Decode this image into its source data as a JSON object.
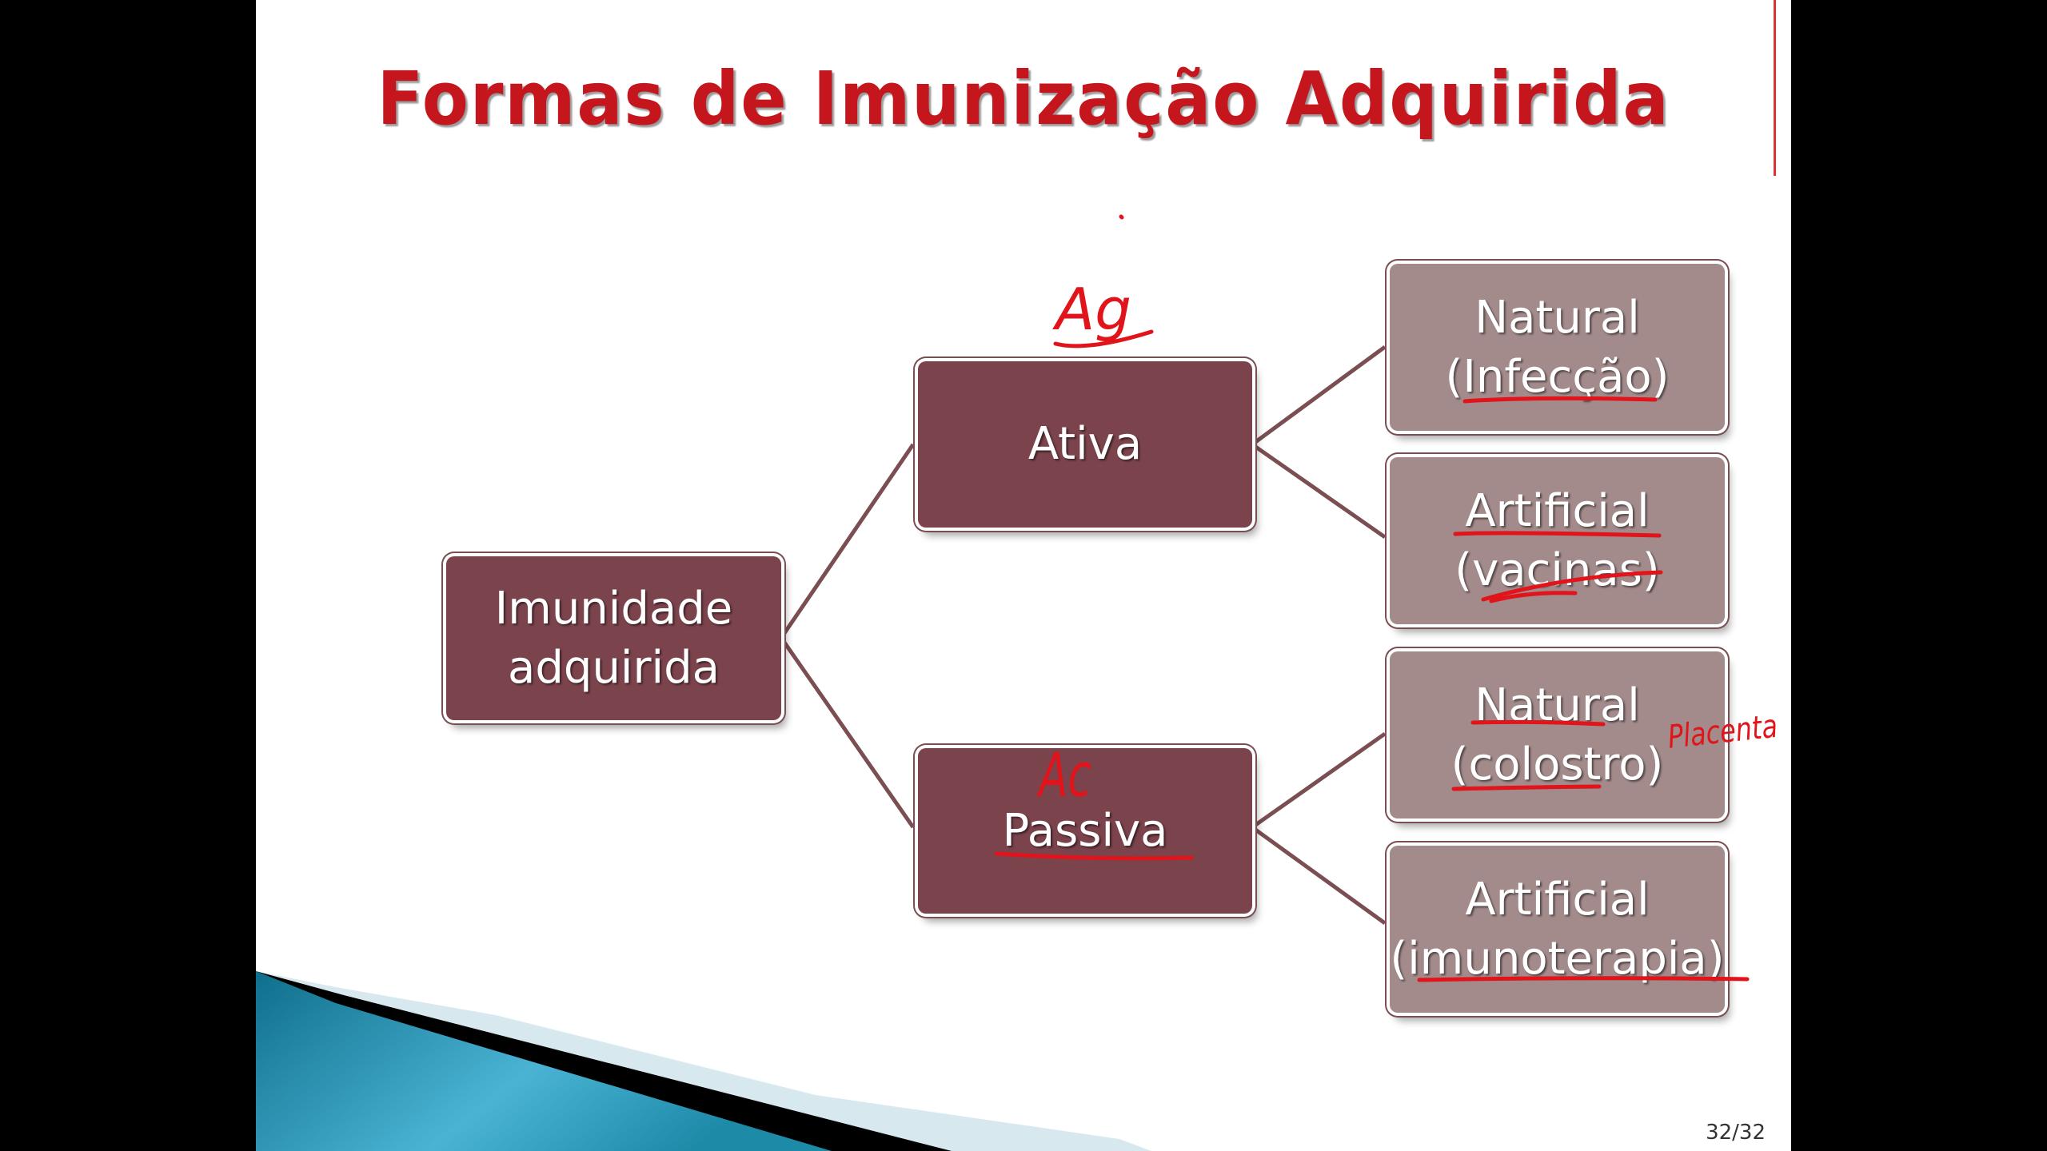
{
  "slide": {
    "title": "Formas de Imunização Adquirida",
    "page_number": "32/32",
    "colors": {
      "title": "#c4161c",
      "node_dark": "#7b434c",
      "node_light": "#a38a8b",
      "ink": "#e0141a",
      "accent_wedge": "#1d8aa8"
    }
  },
  "diagram": {
    "root": {
      "line1": "Imunidade",
      "line2": "adquirida"
    },
    "level1": [
      {
        "label": "Ativa"
      },
      {
        "label": "Passiva"
      }
    ],
    "level2": [
      {
        "line1": "Natural",
        "line2": "(Infecção)"
      },
      {
        "line1": "Artificial",
        "line2": "(vacinas)"
      },
      {
        "line1": "Natural",
        "line2": "(colostro)"
      },
      {
        "line1": "Artificial",
        "line2": "(imunoterapia)"
      }
    ]
  },
  "annotations": {
    "ativa_note": "Ag",
    "passiva_note": "Ac",
    "colostro_note": "Placenta"
  }
}
